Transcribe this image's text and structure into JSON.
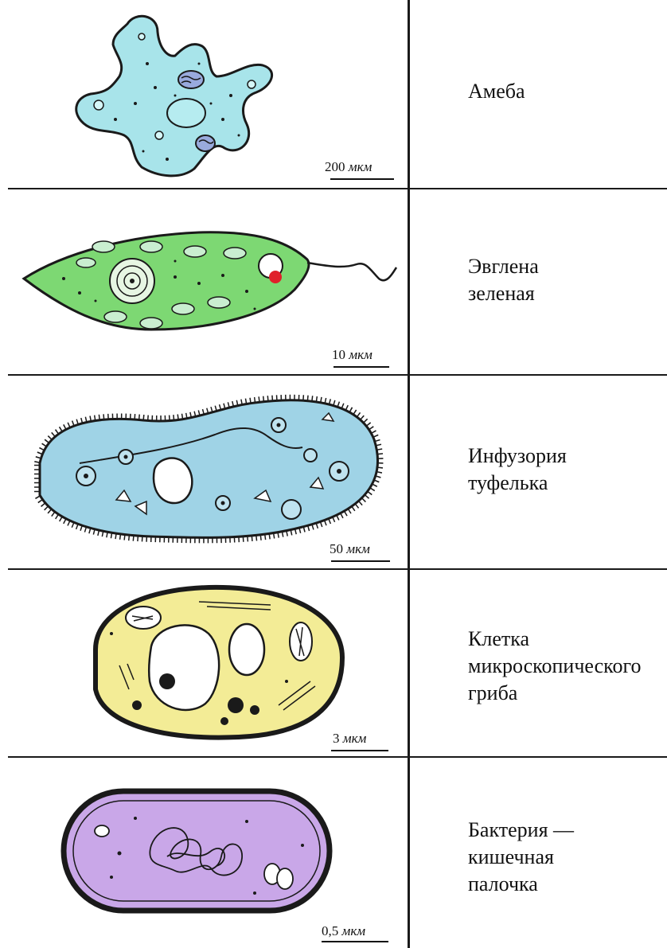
{
  "rows": [
    {
      "label": "Амеба",
      "scale_num": "200",
      "scale_unit": "мкм",
      "color": "#a8e4ea"
    },
    {
      "label": "Эвглена\nзеленая",
      "scale_num": "10",
      "scale_unit": "мкм",
      "color": "#7dd873"
    },
    {
      "label": "Инфузория\nтуфелька",
      "scale_num": "50",
      "scale_unit": "мкм",
      "color": "#9fd3e6"
    },
    {
      "label": "Клетка\nмикроскопического\nгриба",
      "scale_num": "3",
      "scale_unit": "мкм",
      "color": "#f3ec96"
    },
    {
      "label": "Бактерия —\nкишечная\nпалочка",
      "scale_num": "0,5",
      "scale_unit": "мкм",
      "color": "#c9a7e8"
    }
  ]
}
